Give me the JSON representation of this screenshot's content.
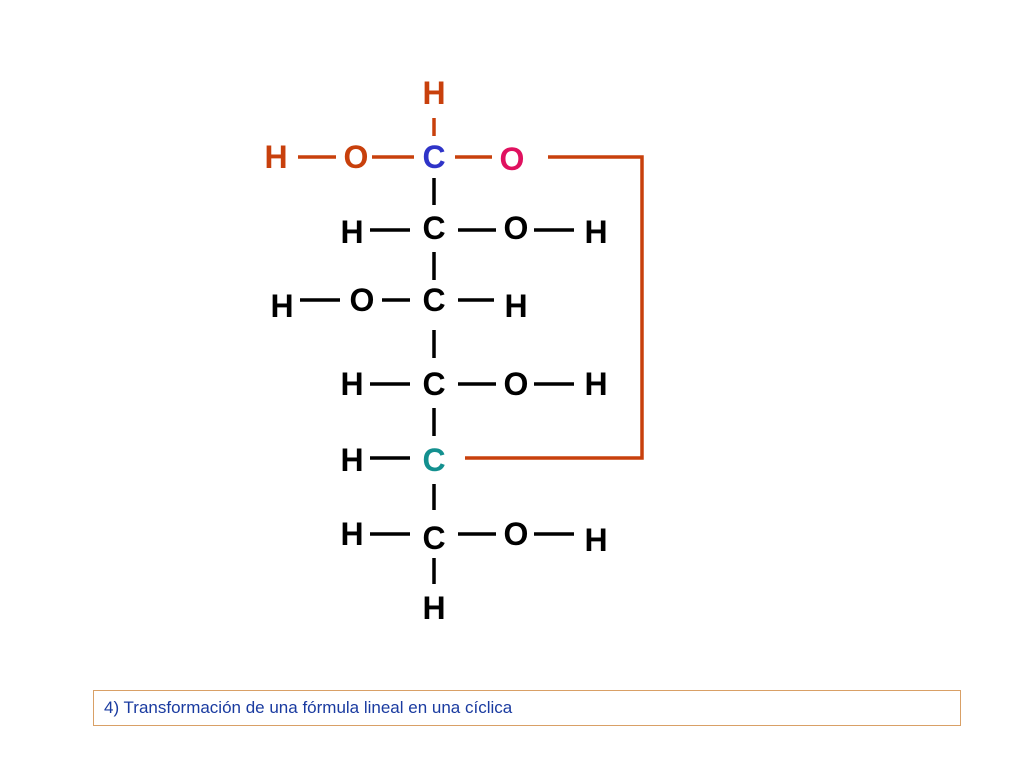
{
  "colors": {
    "black": "#000000",
    "orange_red": "#c8400c",
    "magenta": "#e0115f",
    "blue": "#2f34c8",
    "teal": "#13908f",
    "caption_text": "#1a3ba0",
    "caption_border": "#d9a066"
  },
  "atoms": {
    "h_top": "H",
    "h_c1": "H",
    "o_c1": "O",
    "c1": "C",
    "o_ring": "O",
    "h_c2": "H",
    "c2": "C",
    "o_c2": "O",
    "h_o2": "H",
    "h_o3": "H",
    "o_c3": "O",
    "c3": "C",
    "h_c3": "H",
    "h_c4": "H",
    "c4": "C",
    "o_c4": "O",
    "h_o4": "H",
    "h_c5": "H",
    "c5": "C",
    "h_c6": "H",
    "c6": "C",
    "o_c6": "O",
    "h_o6": "H",
    "h_bottom": "H"
  },
  "caption": "4) Transformación de una fórmula lineal en una cíclica"
}
